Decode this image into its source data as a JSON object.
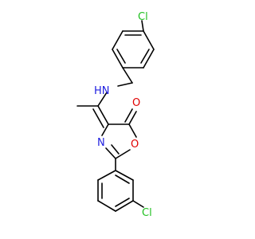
{
  "colors": {
    "carbon_bond": "#000000",
    "chlorine": "#1fbf1f",
    "nitrogen": "#1f1fe0",
    "oxygen": "#e00000",
    "background": "#ffffff"
  },
  "atoms": {
    "cl_top": "Cl",
    "nh": "HN",
    "carbonyl_o": "O",
    "ring_n": "N",
    "ring_o": "O",
    "cl_bottom": "Cl"
  }
}
